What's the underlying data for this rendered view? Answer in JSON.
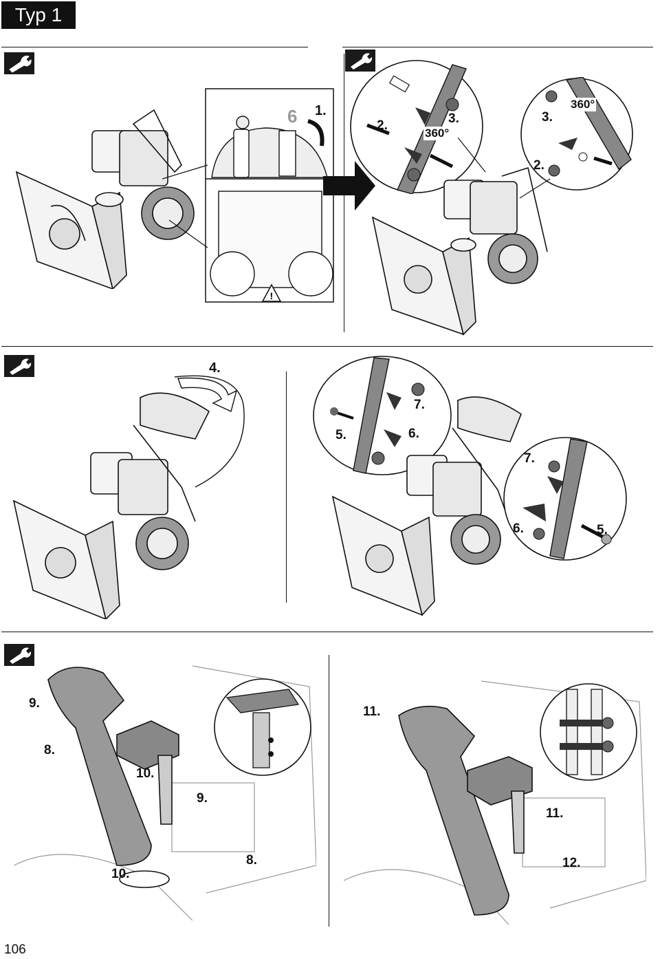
{
  "header": {
    "title": "Typ 1"
  },
  "page_number": "106",
  "icons": {
    "tool": "wrench-icon",
    "warning": "warning-triangle-icon"
  },
  "steps": {
    "s1": {
      "six": "6",
      "one": "1."
    },
    "s2": {
      "two": "2.",
      "three": "3.",
      "deg": "360°"
    },
    "s3": {
      "three": "3.",
      "two": "2.",
      "deg": "360°"
    },
    "s4": {
      "four": "4."
    },
    "s5": {
      "five": "5.",
      "six": "6.",
      "seven": "7."
    },
    "s6": {
      "seven": "7.",
      "six": "6.",
      "five": "5."
    },
    "s7": {
      "nine": "9.",
      "eight": "8.",
      "ten": "10.",
      "nine_b": "9.",
      "eight_b": "8.",
      "ten_b": "10."
    },
    "s8": {
      "eleven": "11.",
      "eleven_b": "11.",
      "twelve": "12."
    }
  }
}
